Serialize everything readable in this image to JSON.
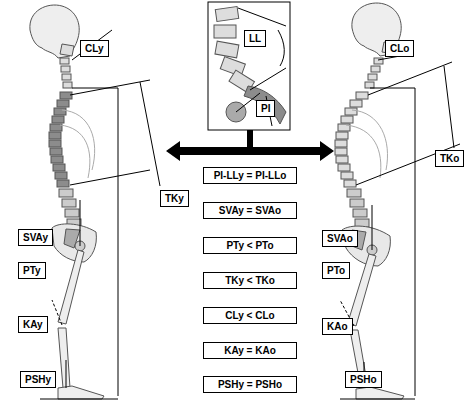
{
  "diagram": {
    "nodes": [
      {
        "text": [
          "CLy"
        ]
      },
      {
        "text": [
          "TKy"
        ]
      },
      {
        "text": [
          "SVAy"
        ]
      },
      {
        "text": [
          "PTy"
        ]
      },
      {
        "text": [
          "KAy"
        ]
      },
      {
        "text": [
          "PSHy"
        ]
      },
      {
        "text": [
          "LL"
        ]
      },
      {
        "text": [
          "PI"
        ]
      },
      {
        "text": [
          "PI-LLy = PI-LLo"
        ]
      },
      {
        "text": [
          "SVAy = SVAo"
        ]
      },
      {
        "text": [
          "PTy < PTo"
        ]
      },
      {
        "text": [
          "TKy < TKo"
        ]
      },
      {
        "text": [
          "CLy < CLo"
        ]
      },
      {
        "text": [
          "KAy = KAo"
        ]
      },
      {
        "text": [
          "PSHy = PSHo"
        ]
      },
      {
        "text": [
          "CLo"
        ]
      },
      {
        "text": [
          "TKo"
        ]
      },
      {
        "text": [
          "SVAo"
        ]
      },
      {
        "text": [
          "PTo"
        ]
      },
      {
        "text": [
          "KAo"
        ]
      },
      {
        "text": [
          "PSHo"
        ]
      }
    ]
  }
}
